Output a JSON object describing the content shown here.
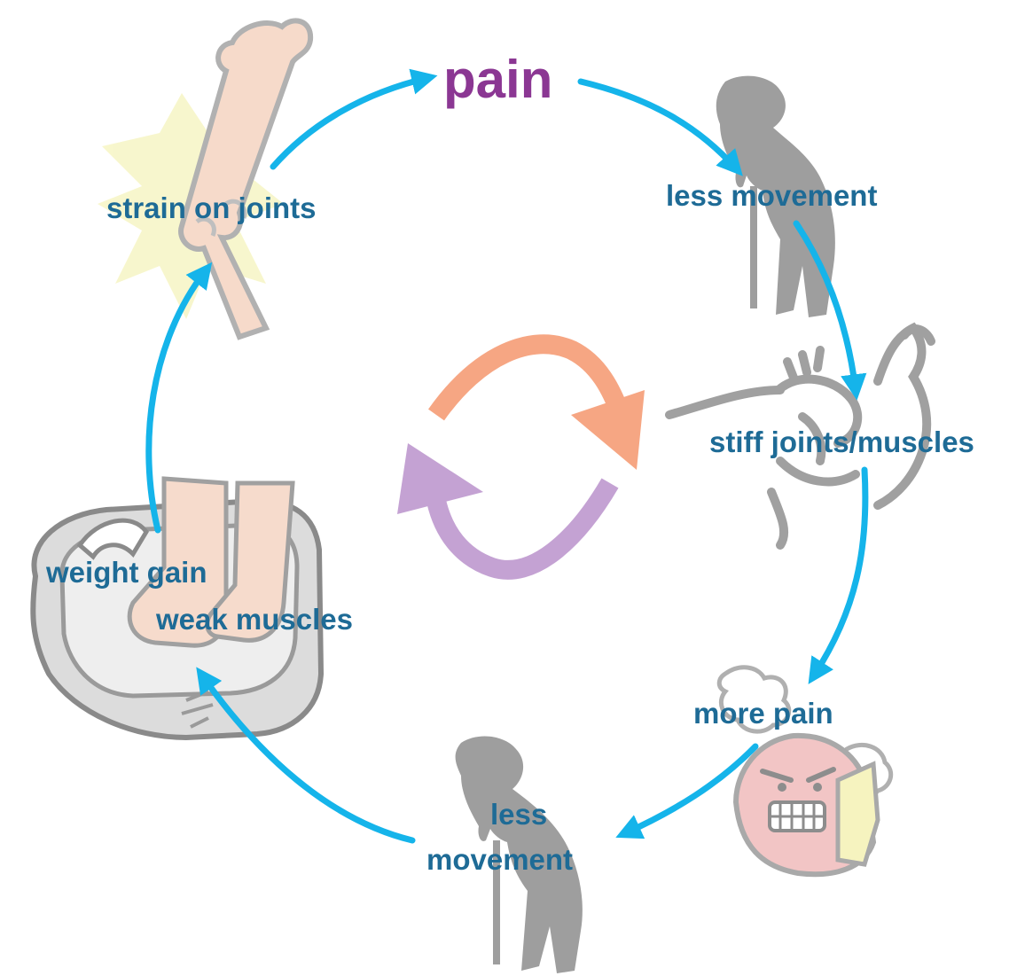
{
  "diagram": {
    "center_label": "pain",
    "stages": {
      "less_movement_top": "less movement",
      "stiff": "stiff joints/muscles",
      "more_pain": "more pain",
      "less_movement_bottom_line1": "less",
      "less_movement_bottom_line2": "movement",
      "weight_gain": "weight gain",
      "weak_muscles": "weak muscles",
      "strain": "strain on joints"
    }
  },
  "colors": {
    "label": "#1e6b96",
    "title": "#8b3793",
    "cycle_arrow": "#15b4ea",
    "loop_orange": "#f6a683",
    "loop_purple": "#c4a2d3",
    "figure_gray": "#9e9e9e"
  },
  "icons": {
    "top_right": "stooped-figure-icon",
    "right": "stiff-muscle-icon",
    "bottom_right": "angry-face-icon",
    "bottom": "stooped-figure-icon",
    "left": "scale-feet-icon",
    "top_left": "strained-bone-icon"
  }
}
